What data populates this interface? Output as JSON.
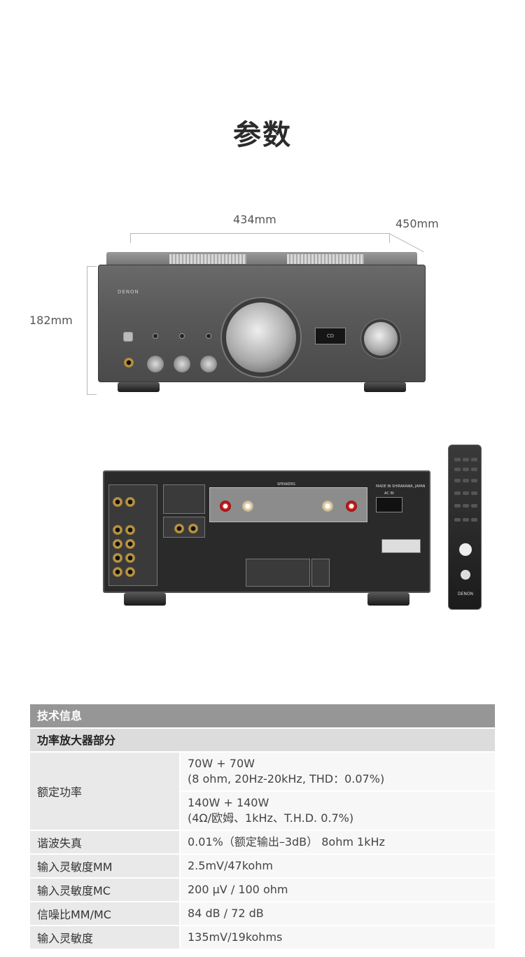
{
  "page": {
    "title": "参数"
  },
  "dimensions": {
    "width": "434mm",
    "depth": "450mm",
    "height": "182mm"
  },
  "device_labels": {
    "front_brand": "DENON",
    "display_text": "CD",
    "rear_speakers": "SPEAKERS",
    "rear_origin": "MADE IN SHIRAKAWA, JAPAN",
    "rear_ac_in": "AC IN",
    "remote_brand": "DENON"
  },
  "specs": {
    "header": "技术信息",
    "section": "功率放大器部分",
    "rows": [
      {
        "label": "额定功率",
        "values": [
          [
            "70W + 70W",
            "(8 ohm, 20Hz-20kHz, THD：0.07%)"
          ],
          [
            "140W + 140W",
            "(4Ω/欧姆、1kHz、T.H.D. 0.7%)"
          ]
        ]
      },
      {
        "label": "谐波失真",
        "values": [
          [
            "0.01%（额定输出–3dB） 8ohm 1kHz"
          ]
        ]
      },
      {
        "label": "输入灵敏度MM",
        "values": [
          [
            "2.5mV/47kohm"
          ]
        ]
      },
      {
        "label": "输入灵敏度MC",
        "values": [
          [
            "200 µV / 100 ohm"
          ]
        ]
      },
      {
        "label": "信噪比MM/MC",
        "values": [
          [
            "84 dB / 72 dB"
          ]
        ]
      },
      {
        "label": "输入灵敏度",
        "values": [
          [
            "135mV/19kohms"
          ]
        ]
      }
    ]
  }
}
